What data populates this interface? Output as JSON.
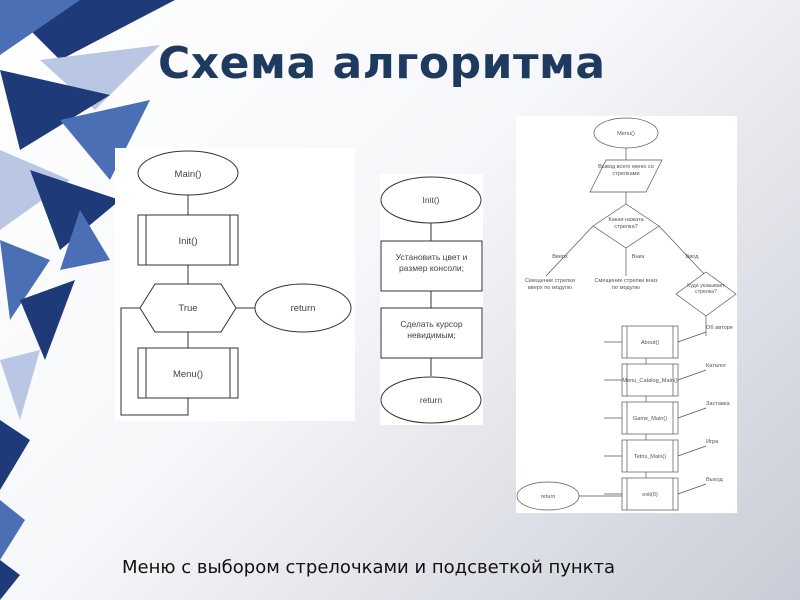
{
  "title": "Схема алгоритма",
  "caption": "Меню с выбором стрелочками и подсветкой пункта",
  "colors": {
    "title": "#1f3a5f",
    "decor_dark": "#1e3a78",
    "decor_mid": "#4a6fb5",
    "decor_light": "#b9c7e4"
  },
  "diagram_main": {
    "start": "Main()",
    "init": "Init()",
    "condition": "True",
    "menu": "Menu()",
    "exit": "return"
  },
  "diagram_init": {
    "start": "Init()",
    "step1": "Установить цвет и размер консоли;",
    "step2": "Сделать курсор невидимым;",
    "end": "return"
  },
  "diagram_menu": {
    "start": "Menu()",
    "show": "Вывод всего меню со стрелками",
    "question": "Какая нажата стрелка?",
    "branch_up": "Вверх",
    "branch_down": "Вниз",
    "branch_enter": "Ввод",
    "shift_up": "Смещение стрелки вверх по модулю",
    "shift_down": "Смещение стрелки вниз по модулю",
    "where_arrow": "Куда указывает стрелка?",
    "options": [
      {
        "label": "Об авторе",
        "call": "About()"
      },
      {
        "label": "Каталог",
        "call": "Menu_Catalog_Main()"
      },
      {
        "label": "Заставка",
        "call": "Game_Main()"
      },
      {
        "label": "Игра",
        "call": "Tetris_Main()"
      },
      {
        "label": "Выход",
        "call": "exit(0)"
      }
    ],
    "end": "return"
  }
}
